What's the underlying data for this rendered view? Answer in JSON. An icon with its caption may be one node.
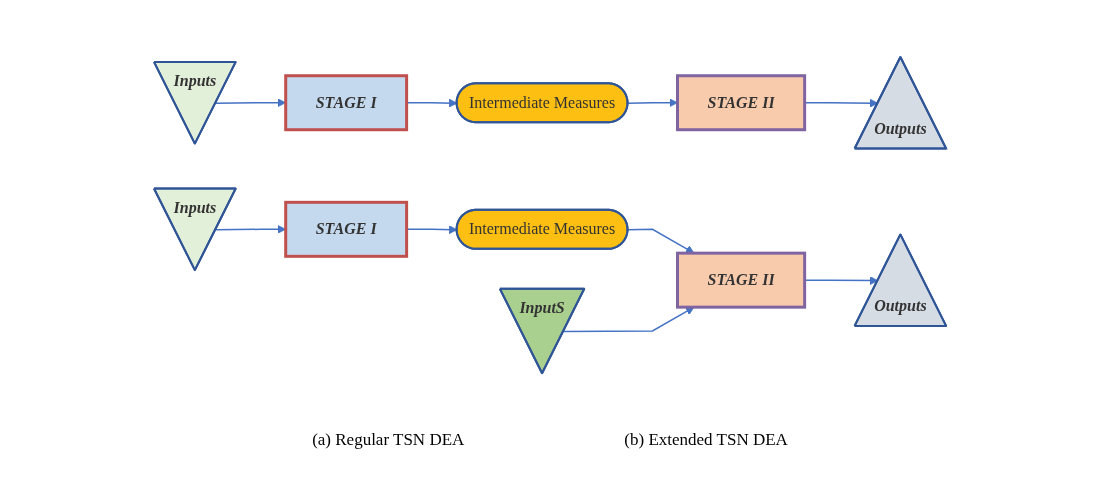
{
  "diagram": {
    "nodes": [
      {
        "text": [
          "Inputs"
        ]
      },
      {
        "text": [
          "STAGE I"
        ]
      },
      {
        "text": [
          "Intermediate Measures"
        ]
      },
      {
        "text": [
          "STAGE II"
        ]
      },
      {
        "text": [
          "Outputs"
        ]
      },
      {
        "text": [
          "InputS"
        ]
      },
      {
        "text": [
          "Inputs"
        ]
      },
      {
        "text": [
          "STAGE I"
        ]
      },
      {
        "text": [
          "Intermediate Measures"
        ]
      },
      {
        "text": [
          "STAGE II"
        ]
      },
      {
        "text": [
          "Outputs"
        ]
      }
    ],
    "edges": [
      {
        "from": 0,
        "to": 1,
        "arrow": "to"
      },
      {
        "from": 1,
        "to": 2,
        "arrow": "to"
      },
      {
        "from": 2,
        "to": 3,
        "arrow": "to"
      },
      {
        "from": 3,
        "to": 4,
        "arrow": "to"
      },
      {
        "from": 6,
        "to": 7,
        "arrow": "to"
      },
      {
        "from": 7,
        "to": 8,
        "arrow": "to"
      },
      {
        "from": 8,
        "to": 9,
        "arrow": "to"
      },
      {
        "from": 5,
        "to": 9,
        "arrow": "to"
      },
      {
        "from": 9,
        "to": 10,
        "arrow": "to"
      }
    ],
    "labels": [
      "(a) Regular TSN DEA",
      "(b) Extended TSN DEA"
    ]
  }
}
